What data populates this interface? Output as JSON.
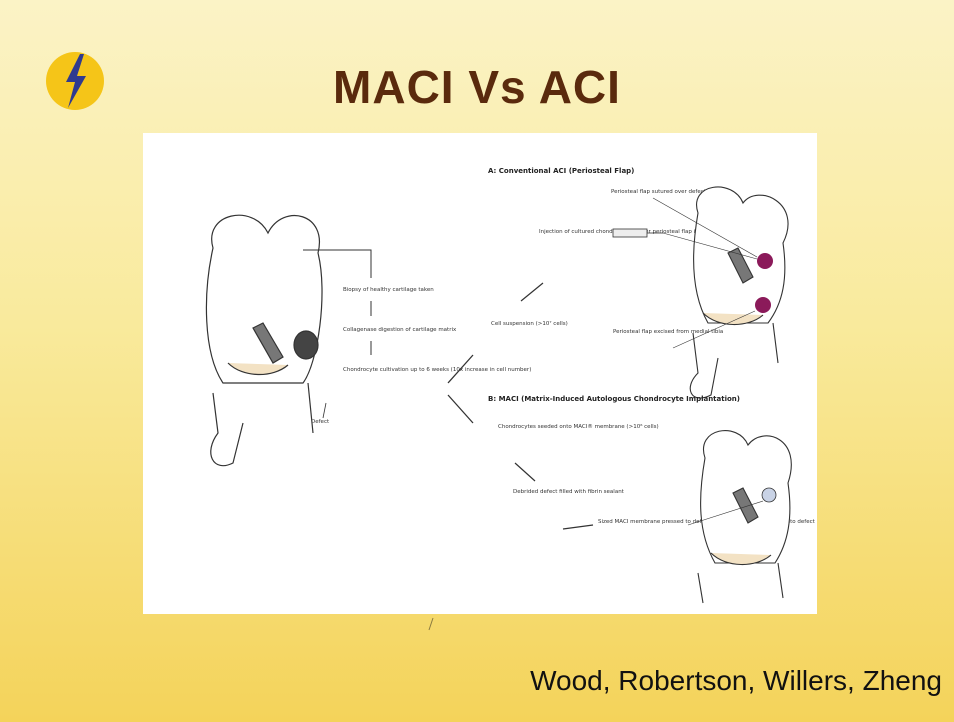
{
  "slide": {
    "title": "MACI Vs ACI",
    "credit": "Wood, Robertson, Willers, Zheng",
    "logo_icon": "lightning-bolt-icon"
  },
  "figure": {
    "section_a_heading": "A: Conventional ACI (Periosteal Flap)",
    "section_b_heading": "B: MACI (Matrix-Induced Autologous Chondrocyte Implantation)",
    "left_steps": [
      "Biopsy of healthy cartilage taken",
      "Collagenase digestion of cartilage matrix",
      "Chondrocyte cultivation up to 6 weeks (10x increase in cell number)"
    ],
    "defect_label": "Defect",
    "cell_suspension": "Cell suspension (>10⁷ cells)",
    "aci_injection": "Injection of cultured chondrocytes under periosteal flap into the treated defect",
    "aci_flap_sutured": "Periosteal flap sutured over defect",
    "aci_flap_harvest": "Periosteal flap excised from medial tibia",
    "maci_seeded": "Chondrocytes seeded onto MACI® membrane (>10⁶ cells)",
    "maci_debrided": "Debrided defect filled with fibrin sealant",
    "maci_sized": "Sized MACI membrane pressed to defect geometry and pressure fit into defect"
  }
}
